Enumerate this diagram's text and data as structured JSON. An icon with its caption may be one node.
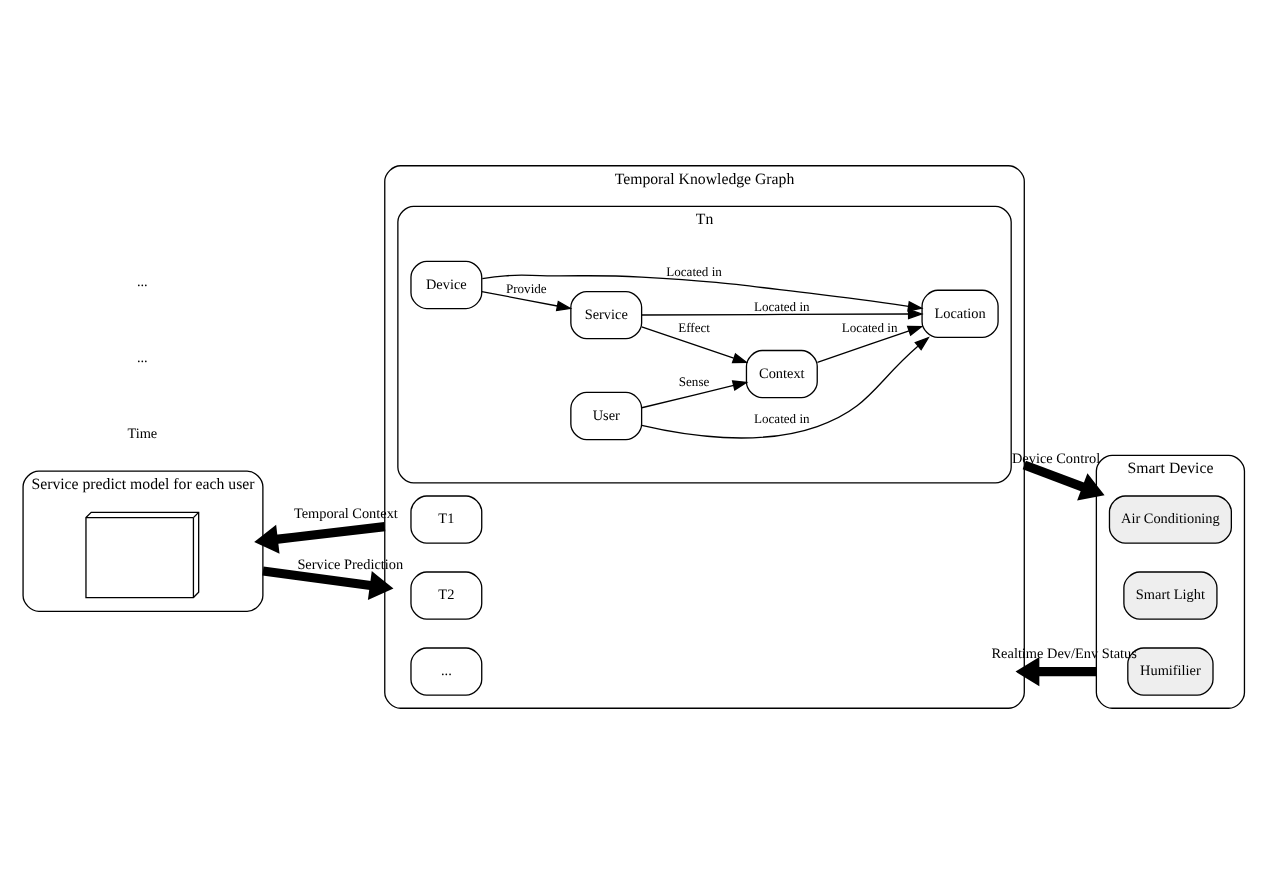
{
  "diagram": {
    "nodes": [
      {
        "text": [
          "Service predict model for each user"
        ]
      },
      {
        "text": [],
        "shape": "picture",
        "in": 0
      },
      {
        "text": [
          "Temporal Knowledge Graph"
        ]
      },
      {
        "text": [
          "T1"
        ],
        "in": 2
      },
      {
        "text": [
          "T2"
        ],
        "in": 2
      },
      {
        "text": [
          "..."
        ],
        "in": 2
      },
      {
        "text": [
          "Tn"
        ],
        "in": 2
      },
      {
        "text": [
          "Context"
        ],
        "in": 6
      },
      {
        "text": [
          "User"
        ],
        "in": 6
      },
      {
        "text": [
          "Service"
        ],
        "in": 6
      },
      {
        "text": [
          "Location"
        ],
        "in": 6
      },
      {
        "text": [
          "Device"
        ],
        "in": 6
      },
      {
        "text": [
          "Smart Device"
        ]
      },
      {
        "text": [
          "Air Conditioning"
        ],
        "in": 12
      },
      {
        "text": [
          "Smart Light"
        ],
        "in": 12
      },
      {
        "text": [
          "Humifilier"
        ],
        "in": 12
      }
    ],
    "edges": [
      {
        "from": 2,
        "to": 0,
        "arrow": "to",
        "label": "Temporal Context",
        "style": "thick"
      },
      {
        "from": 0,
        "to": 2,
        "arrow": "to",
        "label": "Service Prediction",
        "style": "thick"
      },
      {
        "from": 12,
        "to": 2,
        "arrow": "to",
        "label": "Realtime Dev/Env Status",
        "style": "thick"
      },
      {
        "from": 2,
        "to": 12,
        "arrow": "to",
        "label": "Device Control",
        "style": "thick"
      },
      {
        "from": 8,
        "to": 7,
        "arrow": "to",
        "label": "Sense"
      },
      {
        "from": 7,
        "to": 10,
        "arrow": "to",
        "label": "Located in"
      },
      {
        "from": 8,
        "to": 10,
        "arrow": "to",
        "label": "Located in"
      },
      {
        "from": 9,
        "to": 7,
        "arrow": "to",
        "label": "Effect"
      },
      {
        "from": 9,
        "to": 10,
        "arrow": "to",
        "label": "Located in"
      },
      {
        "from": 11,
        "to": 9,
        "arrow": "to",
        "label": "Provide"
      },
      {
        "from": 11,
        "to": 10,
        "arrow": "to",
        "label": "Located in"
      }
    ],
    "labels": [
      "Time",
      "...",
      "..."
    ]
  }
}
